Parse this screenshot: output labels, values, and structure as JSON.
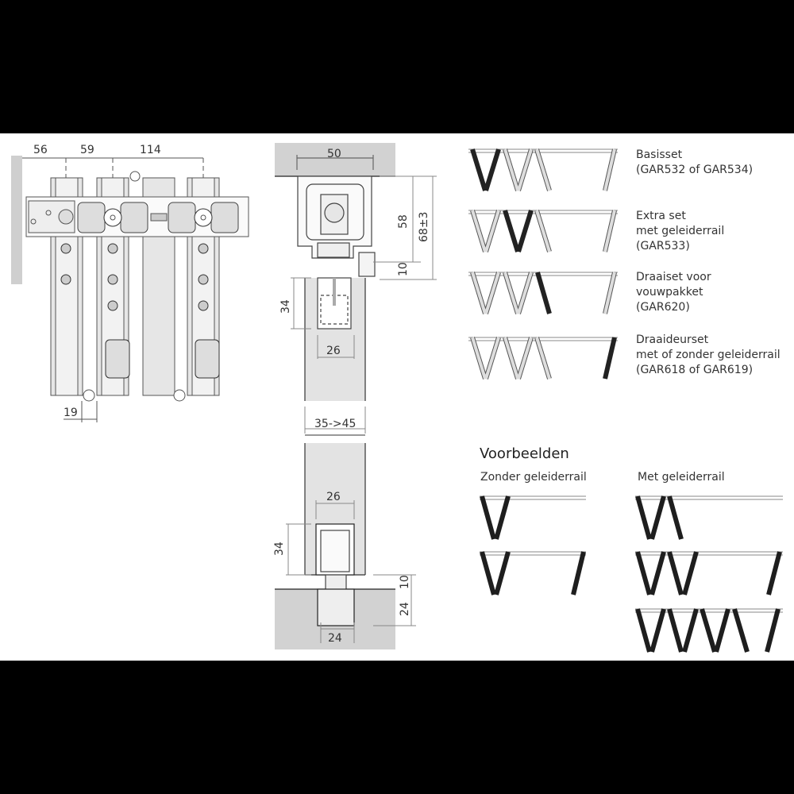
{
  "front_view": {
    "dimensions": {
      "d1": "56",
      "d2": "59",
      "d3": "114",
      "d4": "19"
    }
  },
  "section_top": {
    "dimensions": {
      "width_rail": "50",
      "h_58": "58",
      "h_68": "68±3",
      "gap_10": "10",
      "groove_depth": "34",
      "groove_width": "26",
      "door_thickness": "35->45"
    }
  },
  "section_bottom": {
    "dimensions": {
      "groove_width": "26",
      "groove_depth": "34",
      "gap_10": "10",
      "floor_depth": "24",
      "floor_width": "24"
    }
  },
  "legend": {
    "items": [
      {
        "label": "Basisset\n(GAR532 of GAR534)",
        "highlight": [
          0,
          1
        ]
      },
      {
        "label": "Extra set\nmet geleiderrail\n(GAR533)",
        "highlight": [
          2,
          3
        ]
      },
      {
        "label": "Draaiset voor\nvouwpakket\n(GAR620)",
        "highlight": [
          5
        ]
      },
      {
        "label": "Draaideurset\nmet of zonder geleiderrail\n(GAR618 of GAR619)",
        "highlight": [
          6
        ]
      }
    ]
  },
  "examples": {
    "title": "Voorbeelden",
    "left_heading": "Zonder geleiderrail",
    "right_heading": "Met geleiderrail"
  },
  "colors": {
    "panel": "#e3e3e3",
    "dark_panel": "#1e1e1e",
    "line": "#555555",
    "background": "#ffffff",
    "frame": "#000000"
  }
}
